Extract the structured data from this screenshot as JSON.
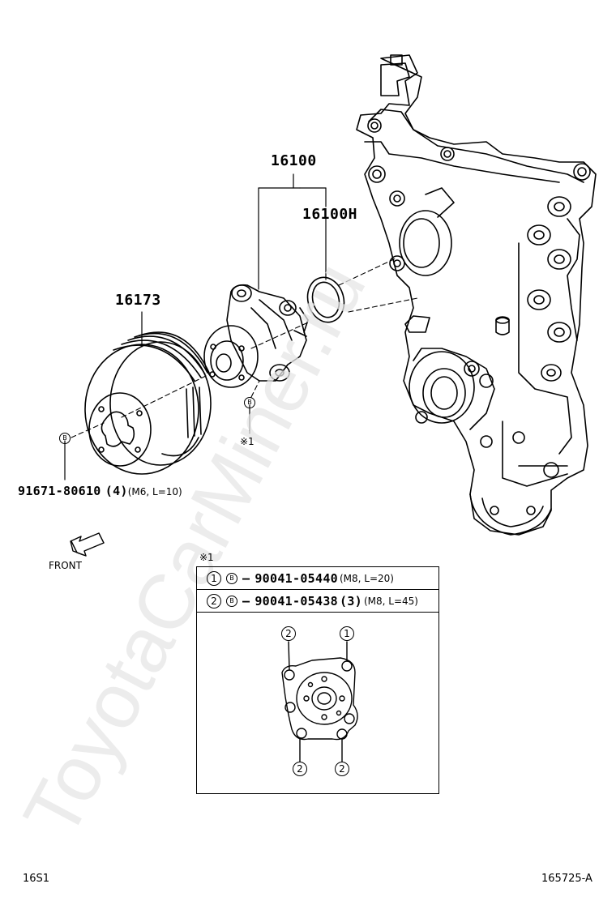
{
  "watermark": "ToyotaCarMiner.ru",
  "parts": {
    "water_pump": "16100",
    "gasket": "16100H",
    "pulley": "16173",
    "pulley_bolt_number": "91671-80610",
    "pulley_bolt_qty": "(4)",
    "pulley_bolt_spec": "(M6, L=10)"
  },
  "markers": {
    "b_mark": "B",
    "note_ref": "※1"
  },
  "front_label": "FRONT",
  "legend": {
    "title": "※1",
    "rows": [
      {
        "num": "1",
        "mark": "B",
        "part": "90041-05440",
        "qty": "",
        "spec": "(M8, L=20)"
      },
      {
        "num": "2",
        "mark": "B",
        "part": "90041-05438",
        "qty": "(3)",
        "spec": "(M8, L=45)"
      }
    ],
    "hole_labels": [
      "2",
      "1",
      "2",
      "2"
    ]
  },
  "footer": {
    "left": "16S1",
    "right": "165725-A"
  }
}
